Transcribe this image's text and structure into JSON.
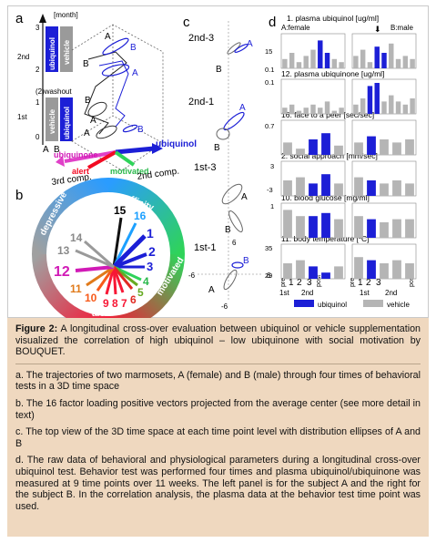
{
  "panel_labels": {
    "a": "a",
    "b": "b",
    "c": "c",
    "d": "d"
  },
  "panel_a": {
    "axis_top": "[month]",
    "axis_3": "3",
    "row_2nd": "2nd",
    "row_1st": "1st",
    "axis_2": "2",
    "axis_1": "1",
    "axis_0": "0",
    "washout": "(2)washout",
    "ubiquinol_top": "ubiquinol",
    "vehicle_top": "vehicle",
    "vehicle_bottom": "vehicle",
    "ubiquinol_bottom": "ubiquinol",
    "subject_a": "A",
    "subject_b": "B",
    "floor_ubiquinone": "ubiquinone",
    "floor_alert": "alert",
    "floor_ubiquinol": "ubiquinol",
    "floor_motivated": "motivated",
    "comp3": "3rd comp.",
    "comp2": "2nd comp."
  },
  "panel_b": {
    "ring_affinity": "affinity",
    "ring_depressive": "depressive",
    "ring_motivated": "motivated",
    "ring_alert": "alert",
    "vectors": [
      "15",
      "16",
      "1",
      "2",
      "3",
      "4",
      "5",
      "6",
      "7",
      "8",
      "9",
      "10",
      "11",
      "12",
      "13",
      "14"
    ]
  },
  "panel_c": {
    "rows": [
      "2nd-3",
      "2nd-1",
      "1st-3",
      "1st-1"
    ],
    "axis_6": "6",
    "axis_m6": "-6",
    "axis_m6b": "-6",
    "axis_6b": "6"
  },
  "panel_d": {
    "title1": "1.   plasma ubiquinol [ug/ml]",
    "subjA": "A:female",
    "subjB": "B:male",
    "rows": [
      {
        "title": "12. plasma ubiquinone [ug/ml]"
      },
      {
        "title": "16.  face to a peer [sec/sec]"
      },
      {
        "title": "2.  social approach [mm/sec]"
      },
      {
        "title": "10. blood glucose [mg/ml]"
      },
      {
        "title": "11. body temperature [ºC]"
      }
    ],
    "y_labels": [
      "15",
      "0.1",
      "0.1",
      "0.7",
      "3",
      "-3",
      "1",
      "35",
      "29"
    ],
    "x_pre": "pre",
    "x_post": "post",
    "x_1": "1",
    "x_2": "2",
    "x_3": "3",
    "x_1st": "1st",
    "x_2nd": "2nd",
    "legend_ubiquinol": "ubiquinol",
    "legend_vehicle": "vehicle",
    "colors": {
      "ubiquinol": "#1c1fd6",
      "vehicle": "#b5b5b5"
    }
  },
  "caption": {
    "fig_label": "Figure 2:",
    "fig_text": " A longitudinal cross-over evaluation between ubiquinol or vehicle supplementation visualized the correlation of high ubiquinol – low ubiquinone with social motivation by BOUQUET.",
    "a": "a. The trajectories of two marmosets, A (female) and B (male) through four times of behavioral tests in a 3D time space",
    "b": "b. The 16 factor loading positive vectors projected from the average center (see more detail in text)",
    "c": "c. The top view of the 3D time space at each time point level with distribution ellipses of A and B",
    "d": "d. The raw data of behavioral and physiological parameters during a longitudinal cross-over ubiquinol test. Behavior test was performed four times and plasma ubiquinol/ubiquinone was measured at 9 time points over 11 weeks. The left panel is for the subject A and the right for the subject B. In the correlation analysis, the plasma data at the behavior test time point was used."
  }
}
